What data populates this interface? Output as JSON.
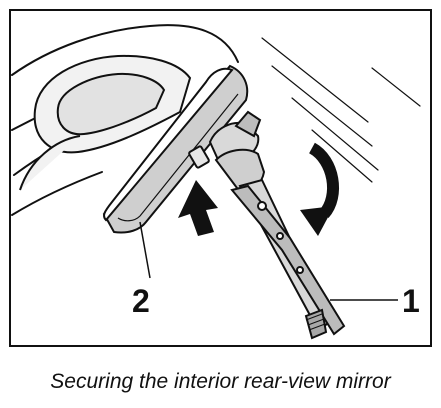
{
  "figure": {
    "callouts": [
      {
        "number": "1",
        "refers_to": "locking pliers"
      },
      {
        "number": "2",
        "refers_to": "interior rear-view mirror"
      }
    ],
    "arrows": [
      "push-up-arrow",
      "rotate-down-arrow"
    ]
  },
  "caption": "Securing the interior rear-view mirror"
}
